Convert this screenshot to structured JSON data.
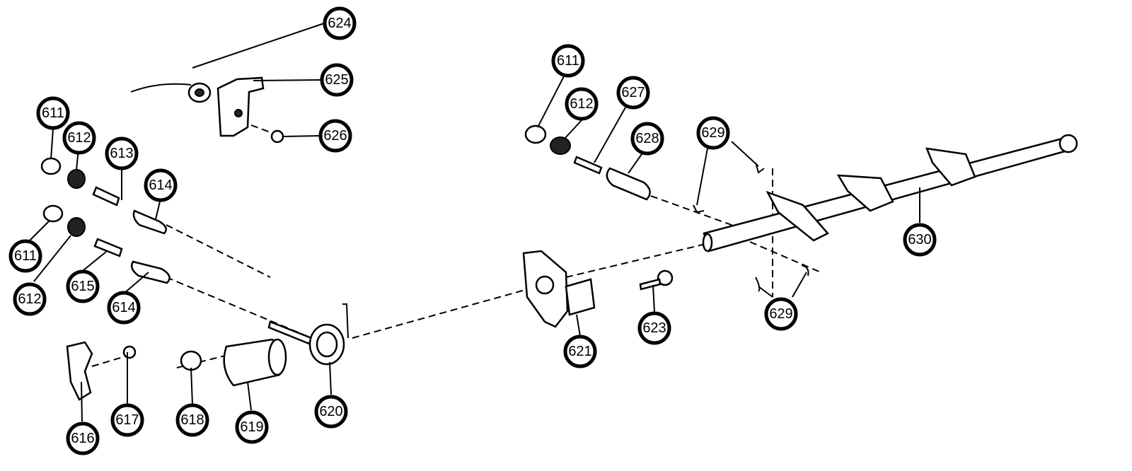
{
  "callouts": {
    "c624": "624",
    "c625": "625",
    "c626": "626",
    "c611a": "611",
    "c612a": "612",
    "c613": "613",
    "c614a": "614",
    "c611b": "611",
    "c612b": "612",
    "c615": "615",
    "c614b": "614",
    "c616": "616",
    "c617": "617",
    "c618": "618",
    "c619": "619",
    "c620": "620",
    "c621": "621",
    "c623": "623",
    "c611c": "611",
    "c612c": "612",
    "c627": "627",
    "c628": "628",
    "c629a": "629",
    "c629b": "629",
    "c630": "630"
  }
}
